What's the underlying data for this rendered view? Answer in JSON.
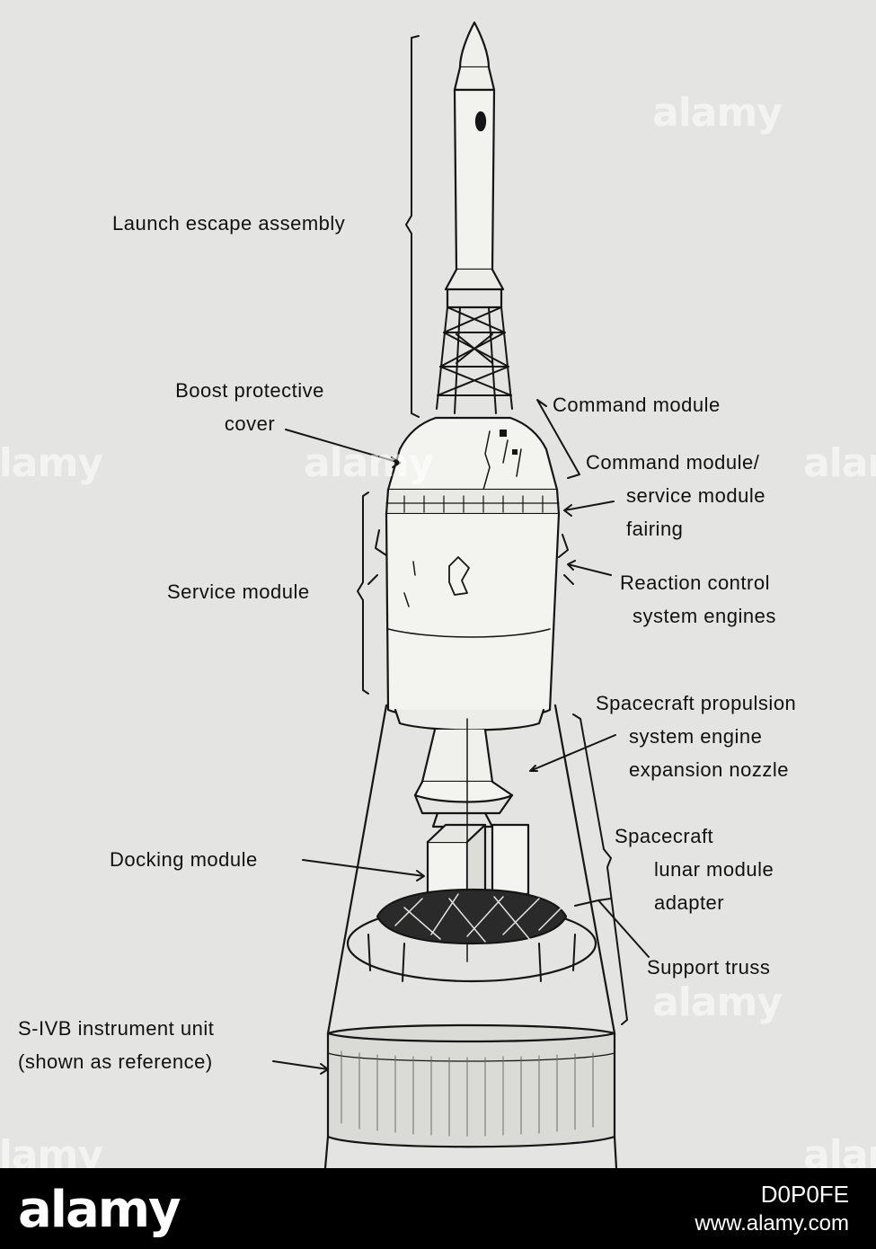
{
  "labels": {
    "launch_escape": [
      "Launch escape assembly"
    ],
    "boost_cover": [
      "Boost protective",
      "cover"
    ],
    "command_module": [
      "Command module"
    ],
    "cm_sm_fairing": [
      "Command module/",
      "service module",
      "fairing"
    ],
    "service_module": [
      "Service module"
    ],
    "rcs_engines": [
      "Reaction control",
      "system engines"
    ],
    "sps_nozzle": [
      "Spacecraft propulsion",
      "system engine",
      "expansion nozzle"
    ],
    "slm_adapter": [
      "Spacecraft",
      "lunar module",
      "adapter"
    ],
    "docking_module": [
      "Docking module"
    ],
    "support_truss": [
      "Support truss"
    ],
    "instrument_unit": [
      "S-IVB instrument unit",
      "(shown as reference)"
    ]
  },
  "watermark": {
    "brand": "alamy",
    "image_id": "D0P0FE",
    "site": "www.alamy.com"
  }
}
